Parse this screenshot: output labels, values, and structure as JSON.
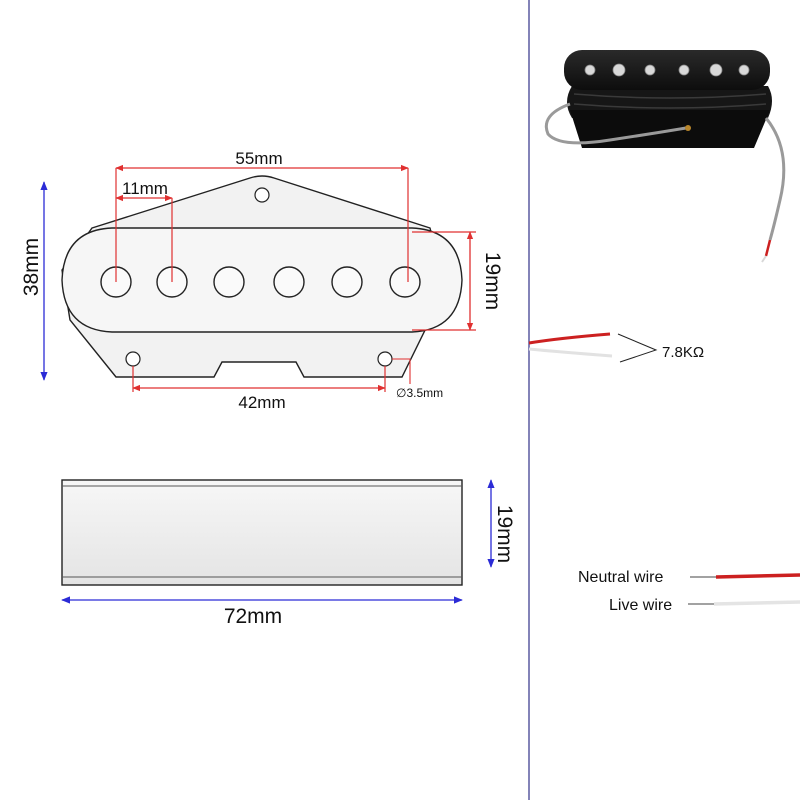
{
  "dimensions": {
    "top_view": {
      "total_height": "38mm",
      "pole_span": "55mm",
      "pole_spacing": "11mm",
      "pole_area_height": "19mm",
      "mount_hole_spacing": "42mm",
      "mount_hole_diameter": "∅3.5mm"
    },
    "side_view": {
      "height": "19mm",
      "length": "72mm"
    }
  },
  "resistance": {
    "label": "7.8KΩ"
  },
  "wires": {
    "neutral": {
      "label": "Neutral wire",
      "color": "#cc2020"
    },
    "live": {
      "label": "Live wire",
      "color": "#e8e8e8"
    }
  },
  "colors": {
    "dimension_blue": "#2b2bd6",
    "dimension_red": "#e03030",
    "divider": "#5a5aa0",
    "plate_fill": "#f0f0f0",
    "outline": "#222222"
  }
}
